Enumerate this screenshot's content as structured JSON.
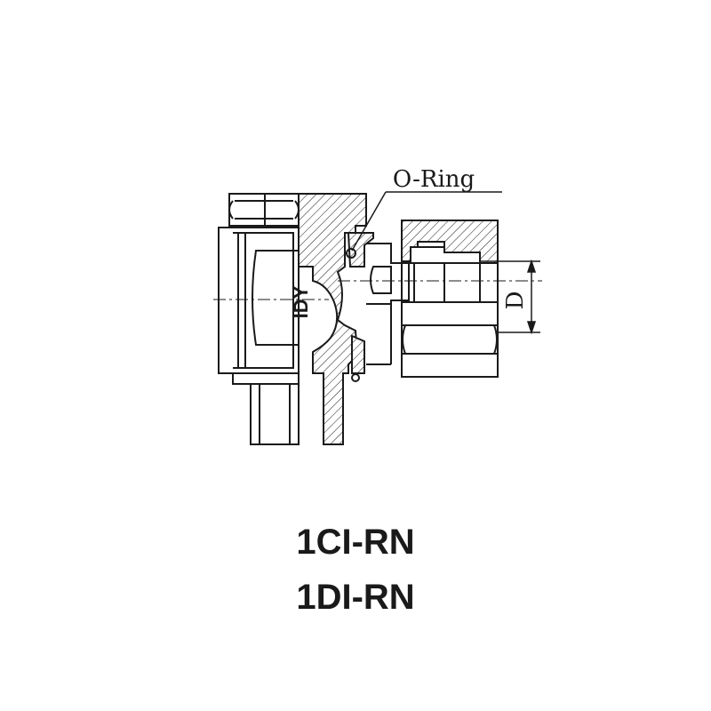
{
  "diagram": {
    "oring_label": "O-Ring",
    "dimension_label": "D",
    "logo_text": "IDY"
  },
  "models": [
    "1CI-RN",
    "1DI-RN"
  ],
  "colors": {
    "line": "#1a1a1a",
    "background": "#ffffff"
  }
}
